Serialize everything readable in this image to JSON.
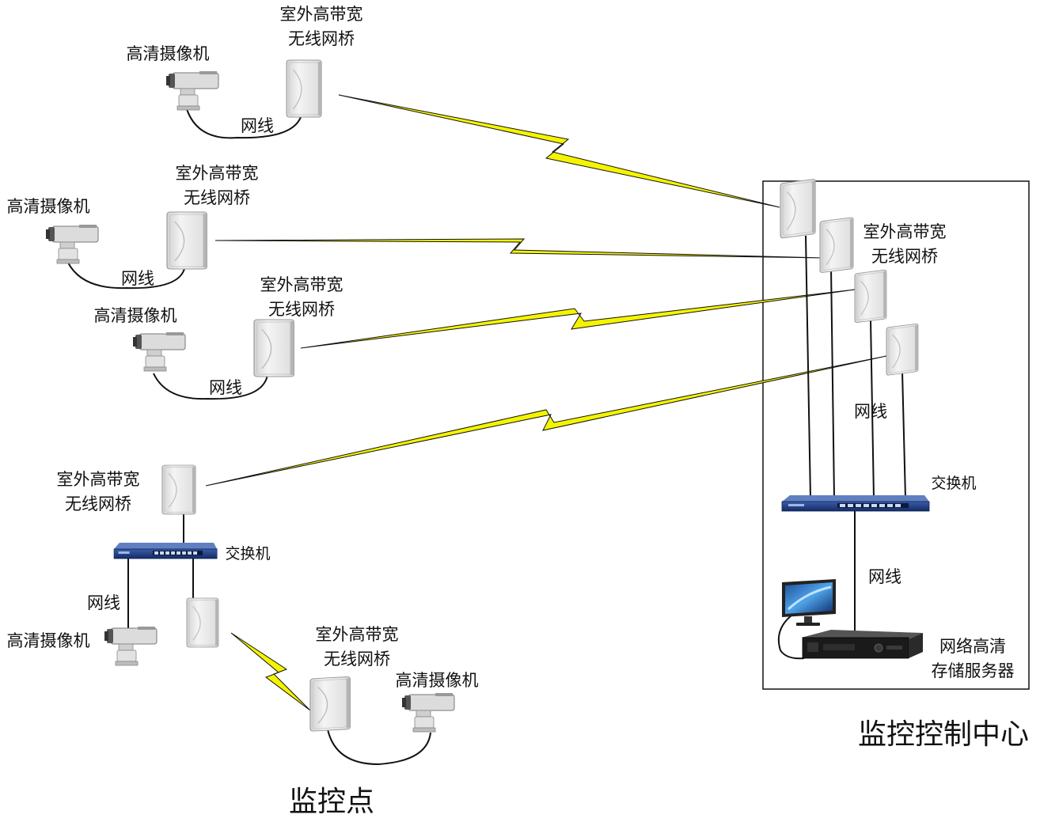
{
  "labels": {
    "camera": "高清摄像机",
    "bridge_line1": "室外高带宽",
    "bridge_line2": "无线网桥",
    "cable": "网线",
    "switch": "交换机",
    "nvr_line1": "网络高清",
    "nvr_line2": "存储服务器",
    "center_title": "监控控制中心",
    "site_title": "监控点"
  },
  "colors": {
    "wireless_link": "#f4f400",
    "cable": "#111111",
    "switch_body": "#1f3f86",
    "panel": "#e6e6e6"
  },
  "icons": [
    "ptz-camera-icon",
    "panel-antenna-icon",
    "network-switch-icon",
    "monitor-icon",
    "nvr-icon"
  ]
}
